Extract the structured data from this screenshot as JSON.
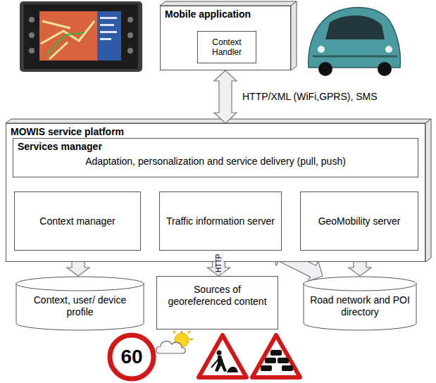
{
  "diagram": {
    "nodes": [
      {
        "text": [
          "Mobile application"
        ]
      },
      {
        "text": [
          "Context Handler"
        ],
        "in": 0
      },
      {
        "text": [
          "MOWIS service platform"
        ]
      },
      {
        "text": [
          "Services manager",
          "Adaptation, personalization and service delivery (pull, push)"
        ],
        "in": 2
      },
      {
        "text": [
          "Context manager"
        ],
        "in": 2
      },
      {
        "text": [
          "Traffic information server"
        ],
        "in": 2
      },
      {
        "text": [
          "GeoMobility server"
        ],
        "in": 2
      },
      {
        "text": [
          "Context, user/ device profile"
        ]
      },
      {
        "text": [
          "Sources of georeferenced content"
        ]
      },
      {
        "text": [
          "Road network and POI directory"
        ]
      }
    ],
    "edges": [
      {
        "from": 0,
        "to": 2,
        "arrow": "both",
        "label": "HTTP/XML (WiFi,GPRS), SMS"
      },
      {
        "from": 3,
        "to": 4,
        "arrow": "both"
      },
      {
        "from": 3,
        "to": 5,
        "arrow": "both"
      },
      {
        "from": 3,
        "to": 6,
        "arrow": "both"
      },
      {
        "from": 4,
        "to": 7,
        "arrow": "both"
      },
      {
        "from": 5,
        "to": 8,
        "arrow": "both",
        "label": "HTTP"
      },
      {
        "from": 6,
        "to": 9,
        "arrow": "both"
      },
      {
        "from": 5,
        "to": 9,
        "arrow": "both"
      }
    ],
    "labels": [
      "60"
    ]
  }
}
